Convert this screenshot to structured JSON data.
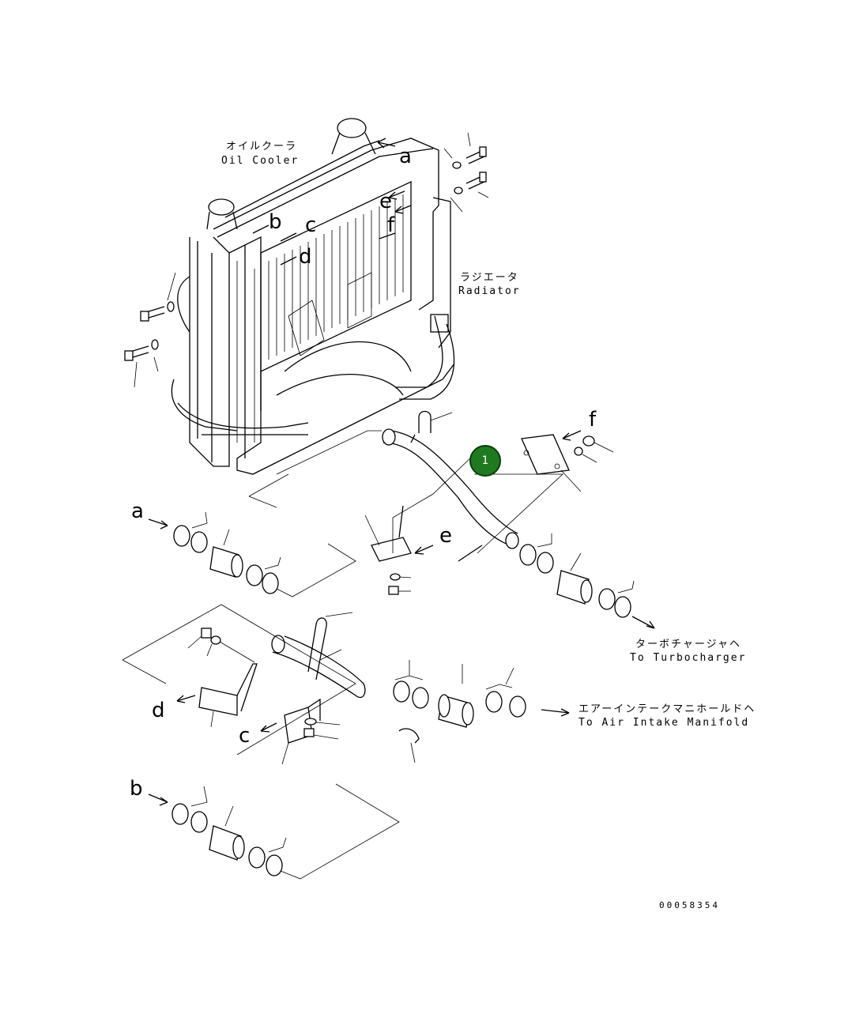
{
  "labels": {
    "oil_cooler_jp": "オイルクーラ",
    "oil_cooler_en": "Oil Cooler",
    "radiator_jp": "ラジエータ",
    "radiator_en": "Radiator",
    "turbo_jp": "ターボチャージャヘ",
    "turbo_en": "To Turbocharger",
    "intake_jp": "エアーインテークマニホールドヘ",
    "intake_en": "To Air Intake Manifold",
    "drawing_number": "00058354"
  },
  "callout": {
    "number": "1",
    "color": "#1f7a1f"
  },
  "reference_letters": {
    "a_top": "a",
    "b_top": "b",
    "c_top": "c",
    "d_top": "d",
    "e_top": "e",
    "f_top": "f",
    "a": "a",
    "b": "b",
    "c": "c",
    "d": "d",
    "e": "e",
    "f": "f"
  }
}
